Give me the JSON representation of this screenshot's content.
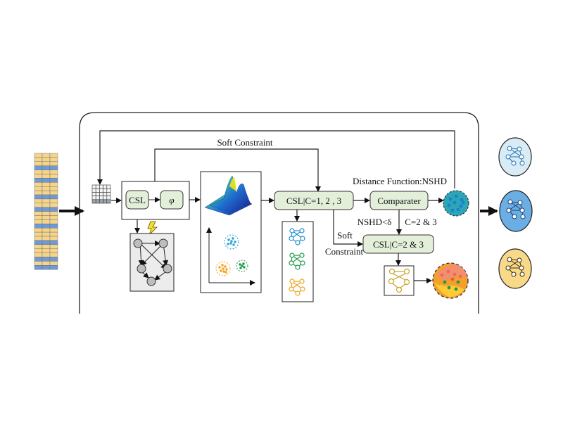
{
  "labels": {
    "soft_constraint_top": "Soft Constraint",
    "distance_function": "Distance Function:NSHD",
    "csl": "CSL",
    "phi": "φ",
    "csl_c123": "CSL|C=1, 2 , 3",
    "comparater": "Comparater",
    "nshd_delta": "NSHD<δ",
    "c_2_3": "C=2 & 3",
    "soft": "Soft",
    "constraint": "Constraint",
    "csl_c23": "CSL|C=2 & 3"
  },
  "colors": {
    "node_fill": "#e3efd9",
    "cluster_blue": "#1f8fd1",
    "cluster_green": "#1e9b4a",
    "cluster_orange": "#f2a31b",
    "teal": "#2aa6b5",
    "output_light": "#d9ecf5",
    "output_blue": "#6aaee3",
    "output_yellow": "#f8d98a",
    "input_yellow": "#f5d48c",
    "input_blue": "#6f9ad8"
  },
  "icons": [
    "grid-matrix-icon",
    "lightning-icon",
    "surface-plot-icon",
    "graph-icon"
  ]
}
